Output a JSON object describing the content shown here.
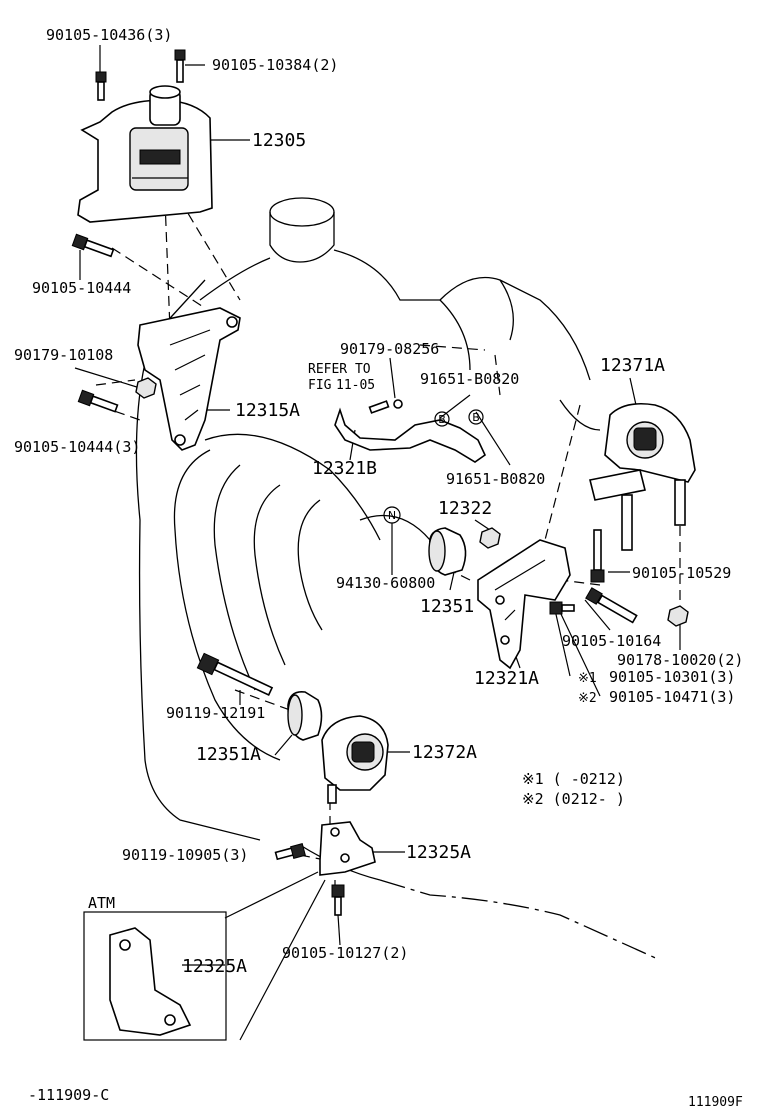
{
  "labels": {
    "bolt_top_left": "90105-10436(3)",
    "bolt_top_right": "90105-10384(2)",
    "mount_12305": "12305",
    "bolt_10444": "90105-10444",
    "nut_10108": "90179-10108",
    "bracket_12315a": "12315A",
    "bolt_10444_3": "90105-10444(3)",
    "nut_08256": "90179-08256",
    "refer_to": "REFER TO",
    "fig": "FIG",
    "fig_num": "11-05",
    "pin_b0820_top": "91651-B0820",
    "bracket_12321b": "12321B",
    "pin_b0820_bottom": "91651-B0820",
    "mount_12371a": "12371A",
    "part_12322": "12322",
    "plug_60800": "94130-60800",
    "part_12351": "12351",
    "bolt_10529": "90105-10529",
    "bolt_10164": "90105-10164",
    "nut_10020": "90178-10020(2)",
    "bracket_12321a": "12321A",
    "bolt_10301": "90105-10301(3)",
    "bolt_10471": "90105-10471(3)",
    "bolt_12191": "90119-12191",
    "part_12351a": "12351A",
    "mount_12372a": "12372A",
    "note1": "※1 (      -0212)",
    "note2": "※2 (0212-      )",
    "bolt_10905": "90119-10905(3)",
    "bracket_12325a": "12325A",
    "atm": "ATM",
    "bracket_12325a_atm": "12325A",
    "bolt_10127": "90105-10127(2)",
    "mark1": "※1",
    "mark2": "※2",
    "circle_b": "B",
    "circle_n": "N",
    "footer_left": "-111909-C",
    "footer_right": "111909F"
  }
}
